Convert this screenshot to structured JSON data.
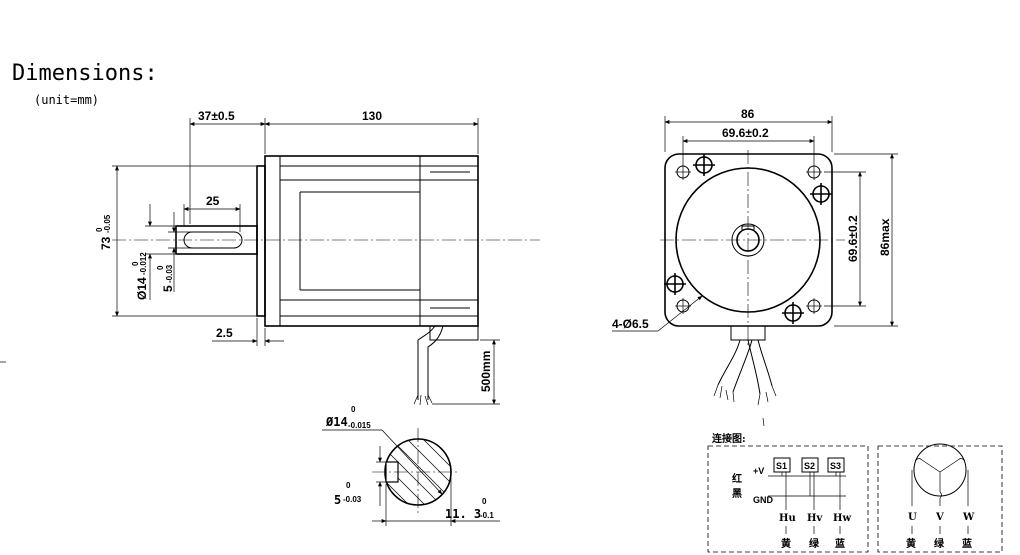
{
  "title": "Dimensions:",
  "unit": "(unit=mm)",
  "side_view": {
    "shaft_length": "37±0.5",
    "body_length": "130",
    "key_length": "25",
    "height_label": "73",
    "height_tol_upper": "0",
    "height_tol_lower": "-0.05",
    "shaft_dia": "Ø14",
    "shaft_dia_tol_upper": "0",
    "shaft_dia_tol_lower": "-0.012",
    "key_width": "5",
    "key_width_tol_upper": "0",
    "key_width_tol_lower": "-0.03",
    "flange_thickness": "2.5",
    "cable_length": "500mm"
  },
  "front_view": {
    "width": "86",
    "hole_spacing_h": "69.6±0.2",
    "hole_spacing_v": "69.6±0.2",
    "height_max": "86max",
    "mount_holes": "4-Ø6.5"
  },
  "section_view": {
    "dia": "Ø14",
    "dia_tol_upper": "0",
    "dia_tol_lower": "-0.015",
    "key": "5",
    "key_tol_upper": "0",
    "key_tol_lower": "-0.03",
    "depth": "11. 3",
    "depth_tol_upper": "0",
    "depth_tol_lower": "-0.1"
  },
  "wiring": {
    "title": "连接图:",
    "red_label": "红",
    "black_label": "黑",
    "vplus": "+V",
    "gnd": "GND",
    "sensors": [
      "S1",
      "S2",
      "S3"
    ],
    "hall_outputs": [
      "Hu",
      "Hv",
      "Hw"
    ],
    "hall_colors": [
      "黄",
      "绿",
      "蓝"
    ],
    "phases": [
      "U",
      "V",
      "W"
    ],
    "phase_colors": [
      "黄",
      "绿",
      "蓝"
    ]
  }
}
